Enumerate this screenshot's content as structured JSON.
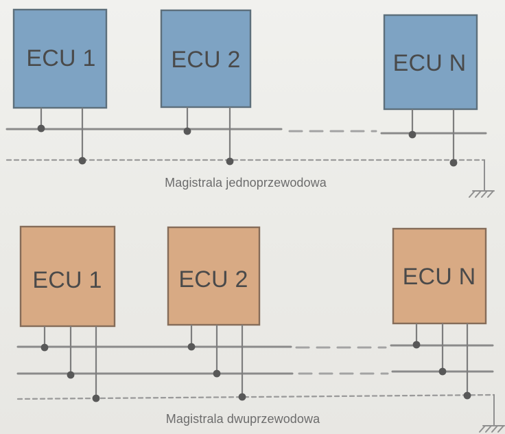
{
  "top_section": {
    "nodes": [
      {
        "label": "ECU 1"
      },
      {
        "label": "ECU 2"
      },
      {
        "label": "ECU N"
      }
    ],
    "caption": "Magistrala jednoprzewodowa"
  },
  "bottom_section": {
    "nodes": [
      {
        "label": "ECU 1"
      },
      {
        "label": "ECU 2"
      },
      {
        "label": "ECU N"
      }
    ],
    "caption": "Magistrala dwuprzewodowa"
  },
  "colors": {
    "top_box_fill": "#7ea3c3",
    "bottom_box_fill": "#d8aa84",
    "line": "#8a8a8a",
    "dot": "#585858"
  }
}
